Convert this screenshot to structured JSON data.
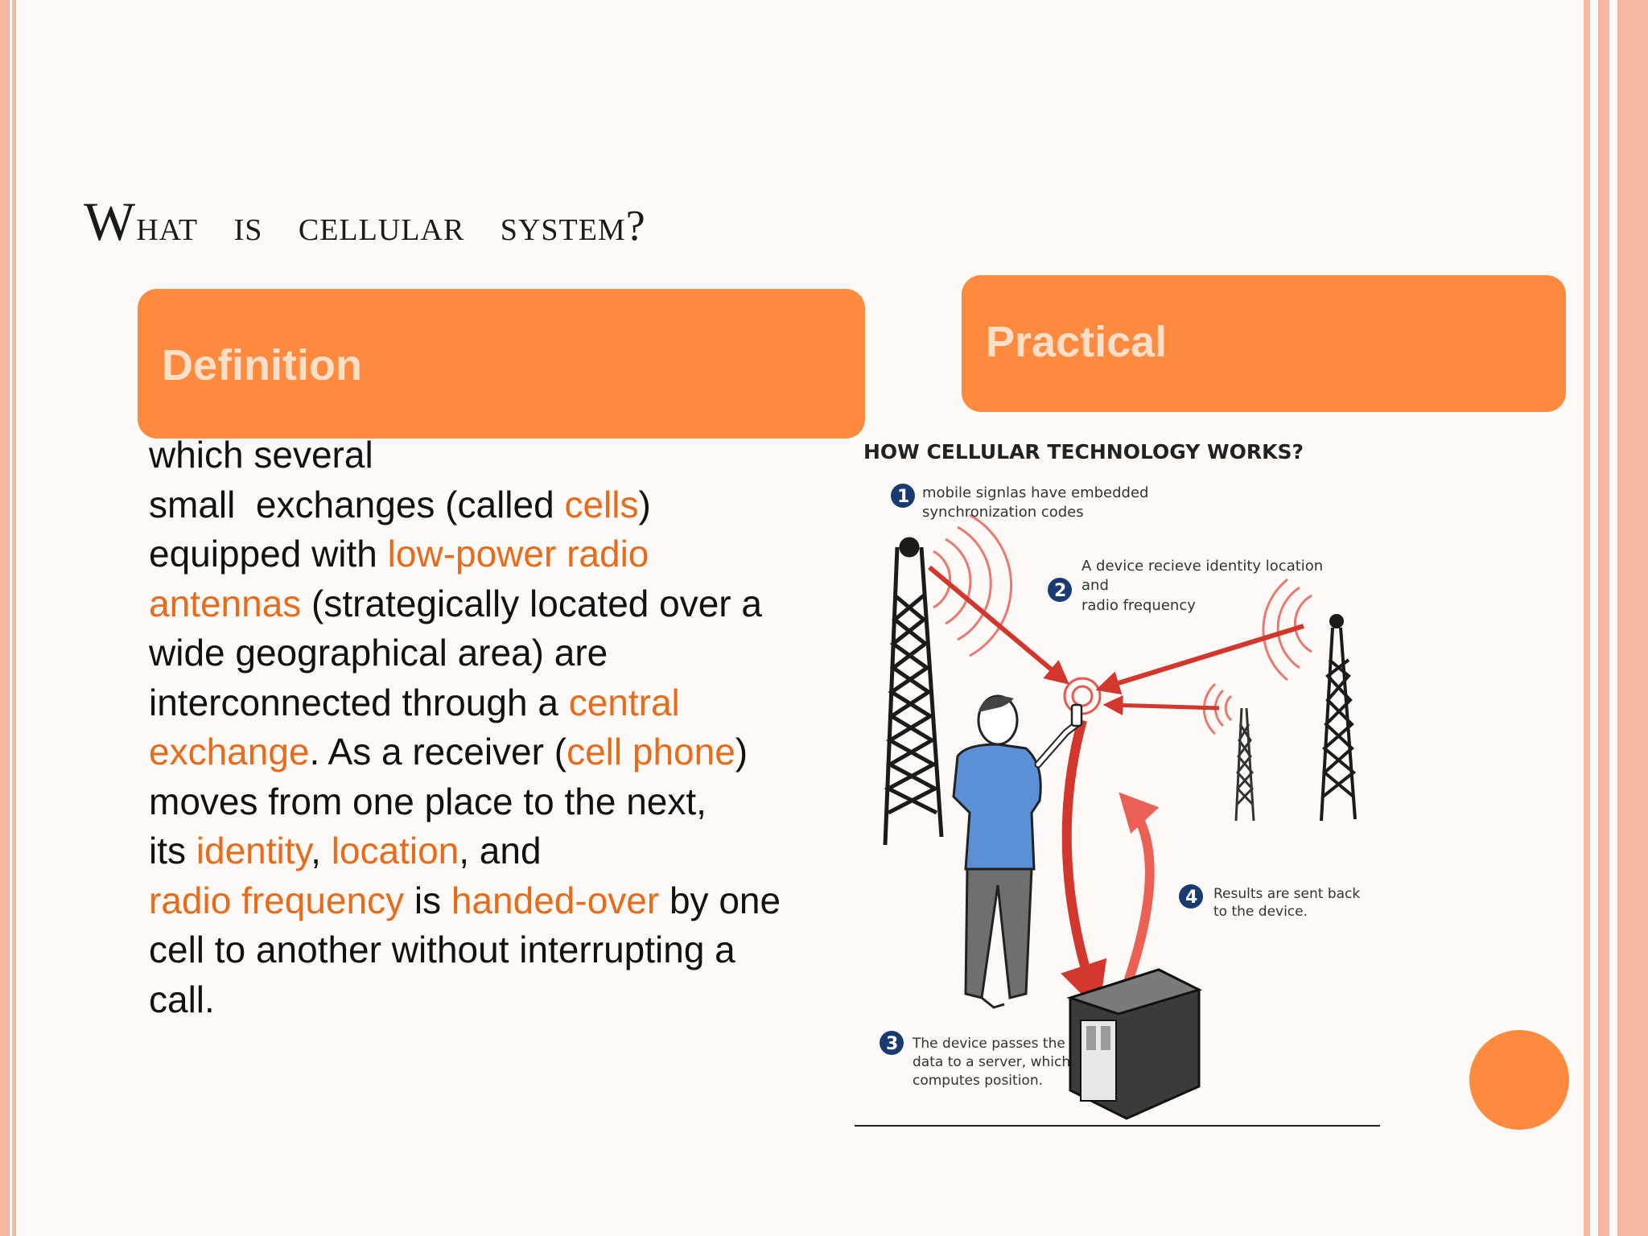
{
  "slide": {
    "title": "What is cellular system?",
    "accent_color": "#fd8a3e",
    "highlight_color": "#e86b1b"
  },
  "definition": {
    "tab_label": "Definition",
    "segments": [
      {
        "text": "which several\nsmall  exchanges (called ",
        "highlight": false
      },
      {
        "text": "cells",
        "highlight": true
      },
      {
        "text": ")\nequipped with ",
        "highlight": false
      },
      {
        "text": "low-power radio\nantennas",
        "highlight": true
      },
      {
        "text": " (strategically located over a\nwide geographical area) are\ninterconnected through a ",
        "highlight": false
      },
      {
        "text": "central\nexchange",
        "highlight": true
      },
      {
        "text": ". As a receiver (",
        "highlight": false
      },
      {
        "text": "cell phone",
        "highlight": true
      },
      {
        "text": ")\nmoves from one place to the next,\nits ",
        "highlight": false
      },
      {
        "text": "identity",
        "highlight": true
      },
      {
        "text": ", ",
        "highlight": false
      },
      {
        "text": "location",
        "highlight": true
      },
      {
        "text": ", and\n",
        "highlight": false
      },
      {
        "text": "radio frequency",
        "highlight": true
      },
      {
        "text": " is ",
        "highlight": false
      },
      {
        "text": "handed-over",
        "highlight": true
      },
      {
        "text": " by one\ncell to another without interrupting a\ncall.",
        "highlight": false
      }
    ]
  },
  "practical": {
    "tab_label": "Practical",
    "diagram": {
      "title": "HOW CELLULAR TECHNOLOGY WORKS?",
      "steps": [
        {
          "num": "1",
          "lines": [
            "mobile signlas have embedded",
            "synchronization codes"
          ]
        },
        {
          "num": "2",
          "lines": [
            "A device recieve identity location",
            "and",
            "radio frequency"
          ]
        },
        {
          "num": "3",
          "lines": [
            "The device passes the",
            "data to a server, which",
            "computes position."
          ]
        },
        {
          "num": "4",
          "lines": [
            "Results are sent back",
            "to the device."
          ]
        }
      ]
    }
  }
}
